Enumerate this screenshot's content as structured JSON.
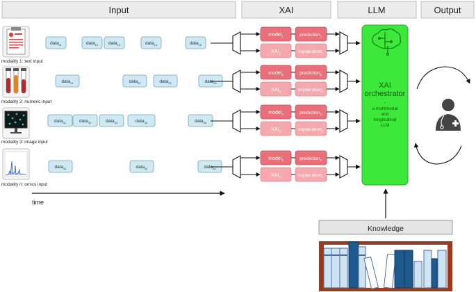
{
  "headers": {
    "input": "Input",
    "xai": "XAI",
    "llm": "LLM",
    "output": "Output"
  },
  "modalities": [
    {
      "label": "modality 1: text input",
      "icon": "clipboard-icon",
      "data": [
        {
          "base": "data",
          "sub": "11"
        },
        {
          "base": "data",
          "sub": "12"
        },
        {
          "base": "data",
          "sub": "13"
        },
        {
          "base": "data",
          "sub": "14"
        },
        {
          "base": "data",
          "sub": "15"
        }
      ],
      "model": {
        "base": "model",
        "sub": "1"
      },
      "prediction": {
        "base": "prediction",
        "sub": "1"
      },
      "xai": {
        "base": "XAI",
        "sub": "1"
      },
      "explanation": {
        "base": "explanation",
        "sub": "1"
      }
    },
    {
      "label": "modality 2: numeric input",
      "icon": "test-tubes-icon",
      "data": [
        {
          "base": "data",
          "sub": "21"
        },
        {
          "base": "data",
          "sub": "22"
        },
        {
          "base": "data",
          "sub": "23"
        },
        {
          "base": "data",
          "sub": "24"
        }
      ],
      "model": {
        "base": "model",
        "sub": "2"
      },
      "prediction": {
        "base": "prediction",
        "sub": "2"
      },
      "xai": {
        "base": "XAI",
        "sub": "2"
      },
      "explanation": {
        "base": "explanation",
        "sub": "2"
      }
    },
    {
      "label": "modality 3: image input",
      "icon": "monitor-image-icon",
      "data": [
        {
          "base": "data",
          "sub": "31"
        },
        {
          "base": "data",
          "sub": "32"
        },
        {
          "base": "data",
          "sub": "33"
        },
        {
          "base": "data",
          "sub": "34"
        },
        {
          "base": "data",
          "sub": "35"
        }
      ],
      "model": {
        "base": "model",
        "sub": "3"
      },
      "prediction": {
        "base": "prediction",
        "sub": "3"
      },
      "xai": {
        "base": "XAI",
        "sub": "3"
      },
      "explanation": {
        "base": "explanation",
        "sub": "3"
      }
    },
    {
      "label": "modality n: omics input",
      "icon": "spectrum-plot-icon",
      "data": [
        {
          "base": "data",
          "sub": "41"
        },
        {
          "base": "data",
          "sub": "42"
        },
        {
          "base": "data",
          "sub": "43"
        }
      ],
      "model": {
        "base": "model",
        "sub": "4"
      },
      "prediction": {
        "base": "prediction",
        "sub": "4"
      },
      "xai": {
        "base": "XAI",
        "sub": "4"
      },
      "explanation": {
        "base": "explanation",
        "sub": "4"
      }
    }
  ],
  "time_label": "time",
  "orchestrator": {
    "title_line1": "XAI",
    "title_line2": "orchestrator",
    "dash": "-",
    "desc": [
      "a multimodal",
      "and",
      "longitudinal",
      "LLM"
    ]
  },
  "knowledge": {
    "label": "Knowledge"
  },
  "colors": {
    "header_bg": "#ececec",
    "data_fill": "#cfe8f2",
    "data_stroke": "#6ea6bf",
    "model_fill": "#e8707a",
    "xai_fill": "#f4a9ae",
    "llm_fill": "#3ee83a",
    "knowledge_bg": "#e4e4e4"
  }
}
